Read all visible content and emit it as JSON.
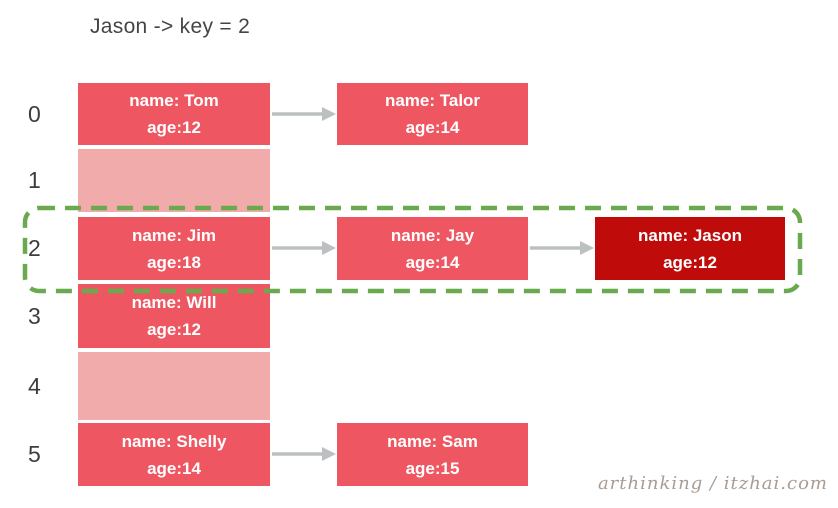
{
  "title": "Jason -> key = 2",
  "watermark": "arthinking / itzhai.com",
  "colors": {
    "node-red": "#ee5761",
    "empty-pink": "#f2abab",
    "highlight-red": "#c00b0b",
    "outline-green": "#6aaa4f",
    "arrow-gray": "#bcc0c1",
    "index-gray": "#3d3d3d",
    "title-gray": "#454545",
    "watermark-gray": "#a79d94"
  },
  "diagram": {
    "type": "hash-table-with-linked-list-chains",
    "highlighted_bucket_index": "2",
    "rows": [
      {
        "index": "0",
        "bucket": {
          "line1": "name: Tom",
          "line2": "age:12"
        },
        "chain": [
          {
            "line1": "name: Talor",
            "line2": "age:14"
          }
        ]
      },
      {
        "index": "1",
        "bucket": null,
        "chain": []
      },
      {
        "index": "2",
        "bucket": {
          "line1": "name: Jim",
          "line2": "age:18"
        },
        "chain": [
          {
            "line1": "name: Jay",
            "line2": "age:14"
          },
          {
            "line1": "name: Jason",
            "line2": "age:12",
            "highlight": true
          }
        ]
      },
      {
        "index": "3",
        "bucket": {
          "line1": "name: Will",
          "line2": "age:12"
        },
        "chain": []
      },
      {
        "index": "4",
        "bucket": null,
        "chain": []
      },
      {
        "index": "5",
        "bucket": {
          "line1": "name: Shelly",
          "line2": "age:14"
        },
        "chain": [
          {
            "line1": "name: Sam",
            "line2": "age:15"
          }
        ]
      }
    ]
  }
}
